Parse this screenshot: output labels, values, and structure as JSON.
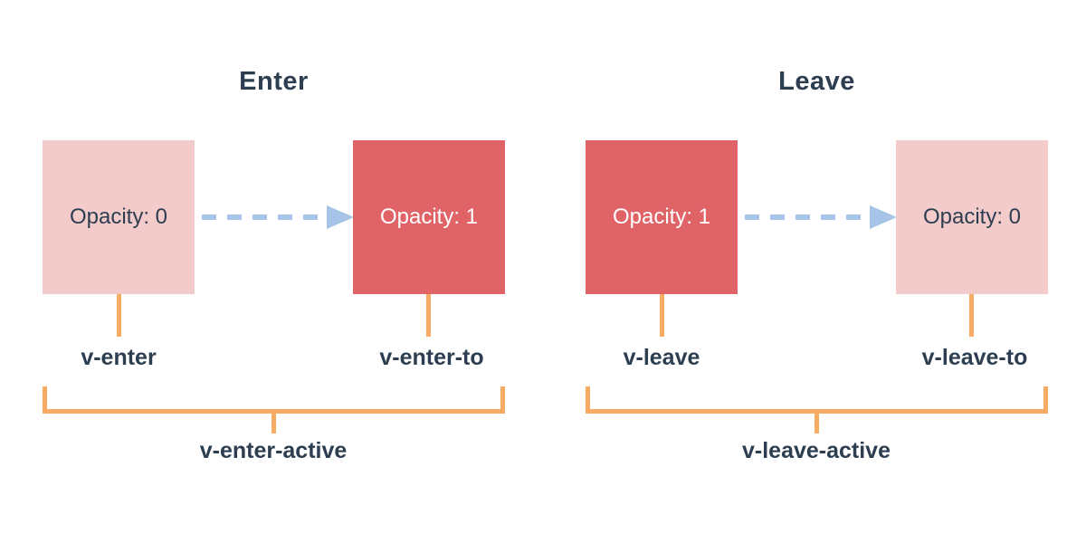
{
  "diagram": {
    "background": "#ffffff",
    "colors": {
      "heading_text": "#2c3e50",
      "box_faded": "#f4cbcb",
      "box_solid": "#df6367",
      "box_solid_text": "#ffffff",
      "arrow": "#a5c4e6",
      "bracket": "#f8ab63"
    },
    "panels": [
      {
        "title": "Enter",
        "from_box_label": "Opacity: 0",
        "to_box_label": "Opacity: 1",
        "from_class_label": "v-enter",
        "to_class_label": "v-enter-to",
        "active_class_label": "v-enter-active"
      },
      {
        "title": "Leave",
        "from_box_label": "Opacity: 1",
        "to_box_label": "Opacity: 0",
        "from_class_label": "v-leave",
        "to_class_label": "v-leave-to",
        "active_class_label": "v-leave-active"
      }
    ]
  }
}
